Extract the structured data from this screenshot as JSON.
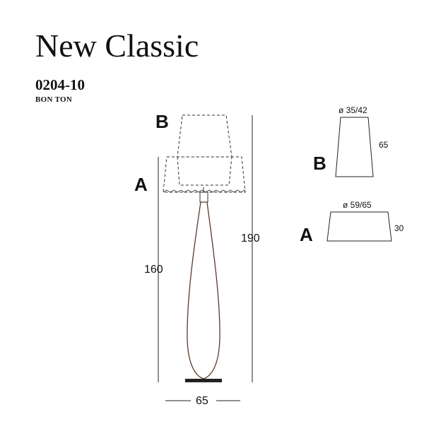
{
  "header": {
    "title": "New Classic",
    "code": "0204-10",
    "subtitle": "BON TON"
  },
  "diagram": {
    "label_a": "A",
    "label_b": "B",
    "height_a": "160",
    "height_total": "190",
    "base_width": "65"
  },
  "detail_b": {
    "label": "B",
    "diameter": "ø 35/42",
    "height": "65"
  },
  "detail_a": {
    "label": "A",
    "diameter": "ø 59/65",
    "height": "30"
  },
  "colors": {
    "line": "#222222",
    "body_outline": "#5a3a2a",
    "dashed": "#333333"
  }
}
